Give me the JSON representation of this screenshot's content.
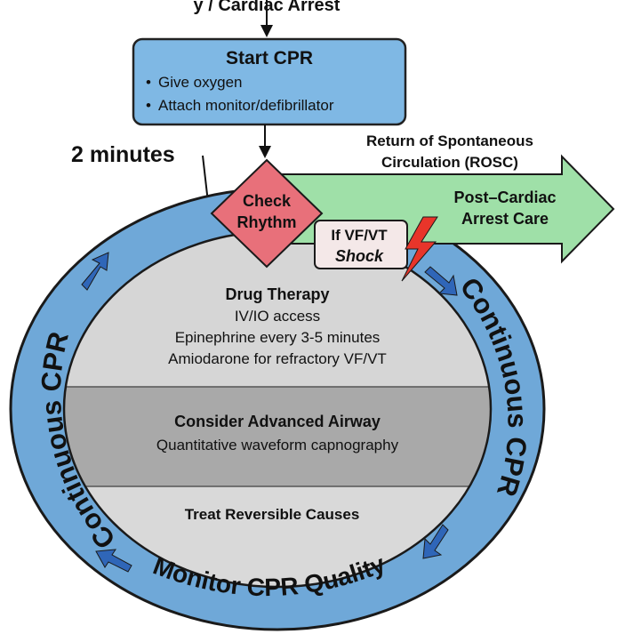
{
  "top_banner_fragment": "y / Cardiac Arrest",
  "start_box": {
    "title": "Start CPR",
    "bullets": [
      "Give oxygen",
      "Attach monitor/defibrillator"
    ]
  },
  "two_minutes": "2 minutes",
  "rosc": {
    "line1": "Return of Spontaneous",
    "line2": "Circulation (ROSC)"
  },
  "post_arrest": {
    "line1": "Post–Cardiac",
    "line2": "Arrest Care"
  },
  "check_rhythm": {
    "line1": "Check",
    "line2": "Rhythm"
  },
  "shock": {
    "line1": "If VF/VT",
    "line2": "Shock"
  },
  "drug": {
    "title": "Drug Therapy",
    "lines": [
      "IV/IO access",
      "Epinephrine every 3-5 minutes",
      "Amiodarone for refractory VF/VT"
    ]
  },
  "airway": {
    "title": "Consider Advanced Airway",
    "line": "Quantitative waveform capnography"
  },
  "causes": {
    "title": "Treat Reversible Causes"
  },
  "ring": {
    "left": "Continuous CPR",
    "right": "Continuous CPR",
    "bottom": "Monitor CPR Quality"
  },
  "colors": {
    "box_fill": "#7fb8e4",
    "ring_fill": "#6fa8d8",
    "ring_stroke": "#1a1a1a",
    "diamond": "#e8707a",
    "green_arrow": "#9fe0a8",
    "blue_arrow": "#2f66b8",
    "red_text": "#e53a2a"
  }
}
